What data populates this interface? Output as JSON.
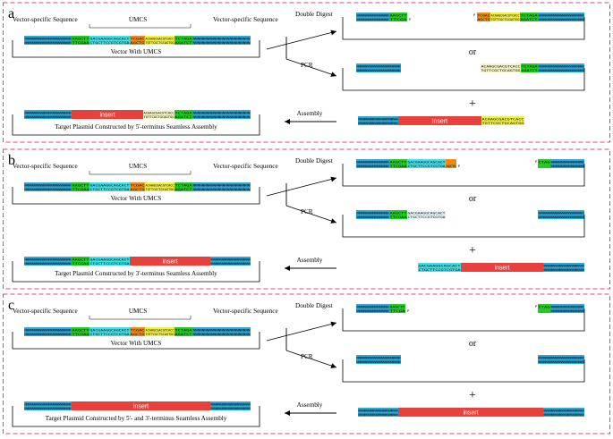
{
  "panels": [
    {
      "letter": "a",
      "vs_left": "Vector-specific Sequence",
      "umcs": "UMCS",
      "vs_right": "Vector-specific Sequence",
      "vector_caption": "Vector With UMCS",
      "double_digest": "Double Digest",
      "pcr": "PCR",
      "or": "or",
      "plus": "+",
      "assembly": "Assembly",
      "insert": "insert",
      "target_caption": "Target Plasmid Constructed by 5'-terminus Seamless Assembly"
    },
    {
      "letter": "b",
      "vs_left": "Vector-specific Sequence",
      "umcs": "UMCS",
      "vs_right": "Vector-specific Sequence",
      "vector_caption": "Vector With UMCS",
      "double_digest": "Double Digest",
      "pcr": "PCR",
      "or": "or",
      "plus": "+",
      "assembly": "Assembly",
      "insert": "insert",
      "target_caption": "Target Plasmid Constructed by 3'-terminus Seamless Assembly"
    },
    {
      "letter": "c",
      "vs_left": "Vector-specific Sequence",
      "umcs": "UMCS",
      "vs_right": "Vector-specific Sequence",
      "vector_caption": "Vector With UMCS",
      "double_digest": "Double Digest",
      "pcr": "PCR",
      "or": "or",
      "plus": "+",
      "assembly": "Assembly",
      "insert": "insert",
      "target_caption": "Target Plasmid Constructed by 5'- and 3'-terminus Seamless Assembly"
    }
  ],
  "seq": {
    "n_top": "NNNNNNNNNNNNNNNNNNNNNNNNN",
    "n_bot": "NNNNNNNNNNNNNNNNNNNNNNNNN",
    "aagctt_top": "AAGCTT",
    "aagctt_bot": "TTCGAA",
    "ecori_top": "GACGAAGGCAGCACT",
    "ecori_bot": "CTGCTTCCGTCGTGA",
    "sal_top": "TCGAC",
    "sal_bot": "AGCTG",
    "acag_top": "ACAAGCGACGTCACC",
    "acag_bot": "TGTTCGCTGCAGTGG",
    "tct_top": "TCTAGA",
    "tct_bot": "AGATCT",
    "sticky_p": "P",
    "ctag": "CTAG",
    "ttcga": "TTCGA"
  },
  "colors": {
    "border": "#e0408a",
    "n_block": "#2fa8d8",
    "n_block_dark": "#1a7fb0",
    "green": "#22cc22",
    "cyan": "#40e0e8",
    "orange": "#f08a10",
    "yellow": "#f0f040",
    "insert": "#e8403a"
  }
}
